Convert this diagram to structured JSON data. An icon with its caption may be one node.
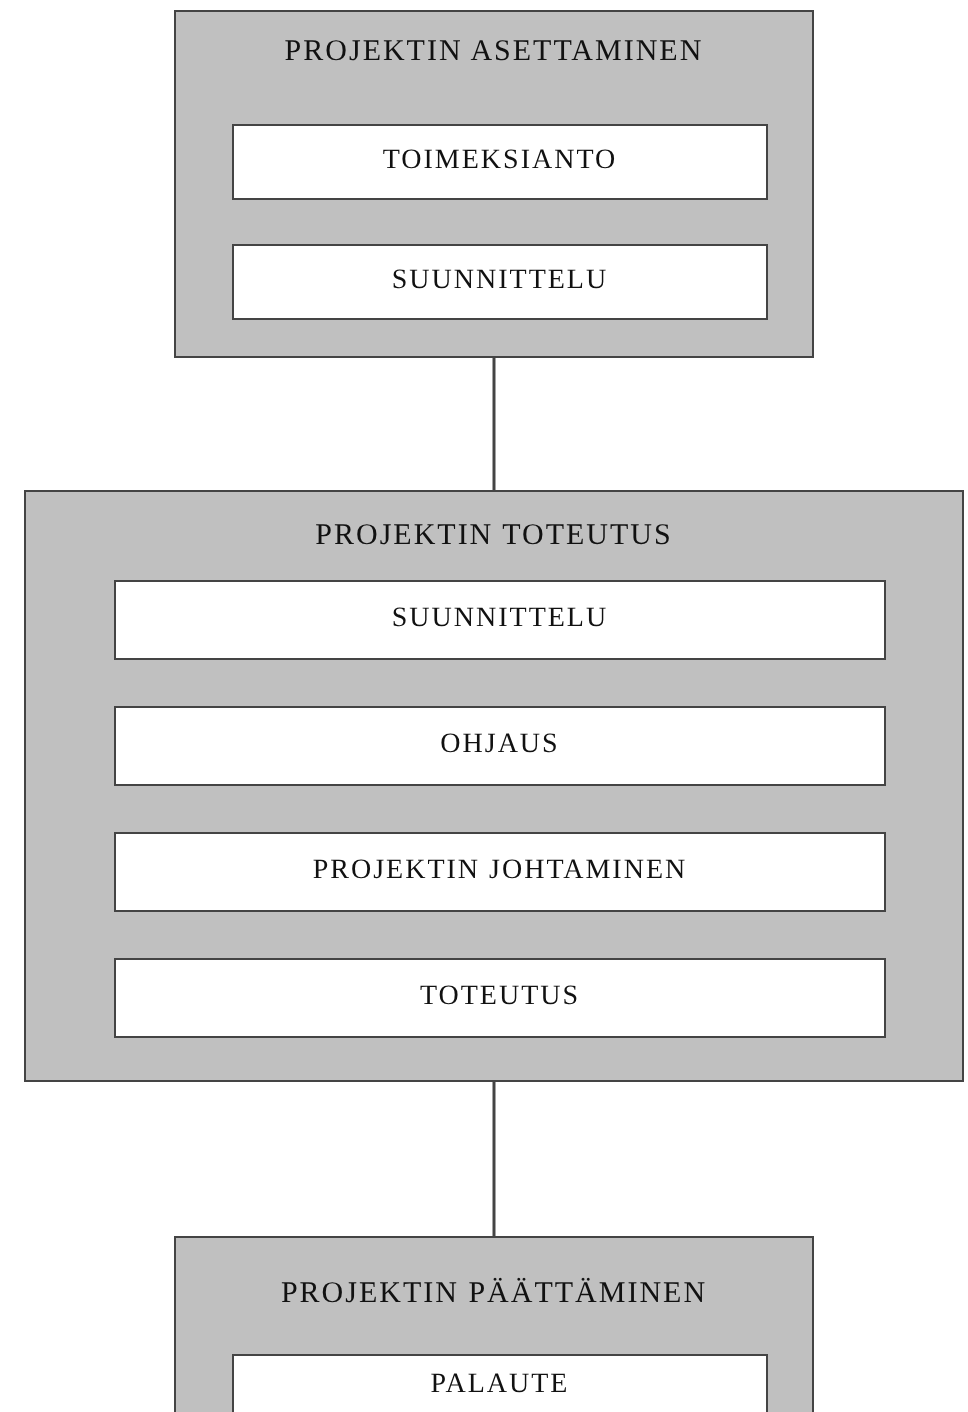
{
  "diagram": {
    "nodes": [
      {
        "text": [
          "PROJEKTIN ASETTAMINEN"
        ]
      },
      {
        "text": [
          "TOIMEKSIANTO"
        ],
        "in": 0
      },
      {
        "text": [
          "SUUNNITTELU"
        ],
        "in": 0
      },
      {
        "text": [
          "PROJEKTIN TOTEUTUS"
        ]
      },
      {
        "text": [
          "SUUNNITTELU"
        ],
        "in": 3
      },
      {
        "text": [
          "OHJAUS"
        ],
        "in": 3
      },
      {
        "text": [
          "PROJEKTIN JOHTAMINEN"
        ],
        "in": 3
      },
      {
        "text": [
          "TOTEUTUS"
        ],
        "in": 3
      },
      {
        "text": [
          "PROJEKTIN PÄÄTTÄMINEN"
        ]
      },
      {
        "text": [
          "PALAUTE"
        ],
        "in": 8
      }
    ],
    "edges": [
      {
        "from": 0,
        "to": 3,
        "arrow": "none"
      },
      {
        "from": 3,
        "to": 8,
        "arrow": "none"
      }
    ]
  }
}
